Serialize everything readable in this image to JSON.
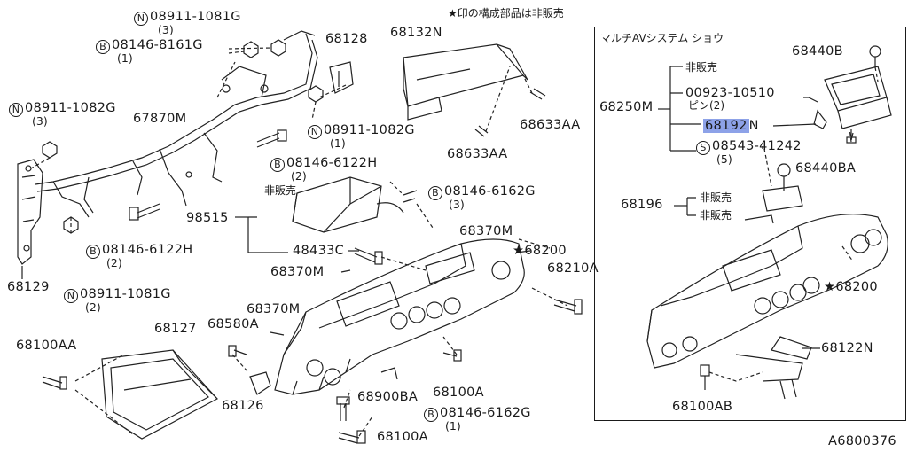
{
  "header_note": "★印の構成部品は非販売",
  "diagram_id": "A6800376",
  "inset": {
    "title": "マルチAVシステム ショウ",
    "not_for_sale_1": "非販売",
    "pin_label": "ピン(2)",
    "not_for_sale_2": "非販売",
    "not_for_sale_3": "非販売"
  },
  "callouts": {
    "n_08911_1081g_top": {
      "prefix": "N",
      "number": "08911-1081G",
      "qty": "(3)"
    },
    "b_08146_8161g": {
      "prefix": "B",
      "number": "08146-8161G",
      "qty": "(1)"
    },
    "p_68128": "68128",
    "p_68132n": "68132N",
    "n_08911_1082g_left": {
      "prefix": "N",
      "number": "08911-1082G",
      "qty": "(3)"
    },
    "p_67870m": "67870M",
    "n_08911_1082g_mid": {
      "prefix": "N",
      "number": "08911-1082G",
      "qty": "(1)"
    },
    "p_68633aa_a": "68633AA",
    "p_68633aa_b": "68633AA",
    "b_08146_6122h_top": {
      "prefix": "B",
      "number": "08146-6122H",
      "qty": "(2)"
    },
    "b_08146_6162g_top": {
      "prefix": "B",
      "number": "08146-6162G",
      "qty": "(3)"
    },
    "not_for_sale_main": "非販売",
    "p_98515": "98515",
    "p_68370m_a": "68370M",
    "p_48433c": "48433C",
    "p_68200_main": "68200",
    "b_08146_6122h_bot": {
      "prefix": "B",
      "number": "08146-6122H",
      "qty": "(2)"
    },
    "p_68370m_b": "68370M",
    "p_68210a": "68210A",
    "p_68129": "68129",
    "n_08911_1081g_bot": {
      "prefix": "N",
      "number": "08911-1081G",
      "qty": "(2)"
    },
    "p_68370m_c": "68370M",
    "p_68127": "68127",
    "p_68580a": "68580A",
    "p_68100aa": "68100AA",
    "p_68126": "68126",
    "p_68900ba": "68900BA",
    "p_68100a_a": "68100A",
    "b_08146_6162g_bot": {
      "prefix": "B",
      "number": "08146-6162G",
      "qty": "(1)"
    },
    "p_68100a_b": "68100A",
    "p_68440b": "68440B",
    "p_68250m": "68250M",
    "p_00923_10510": "00923-10510",
    "p_68192n_a": "68192",
    "p_68192n_b": "N",
    "s_08543_41242": {
      "prefix": "S",
      "number": "08543-41242",
      "qty": "(5)"
    },
    "p_68440ba": "68440BA",
    "p_68196": "68196",
    "p_68200_inset": "68200",
    "p_68122n": "68122N",
    "p_68100ab": "68100AB"
  }
}
